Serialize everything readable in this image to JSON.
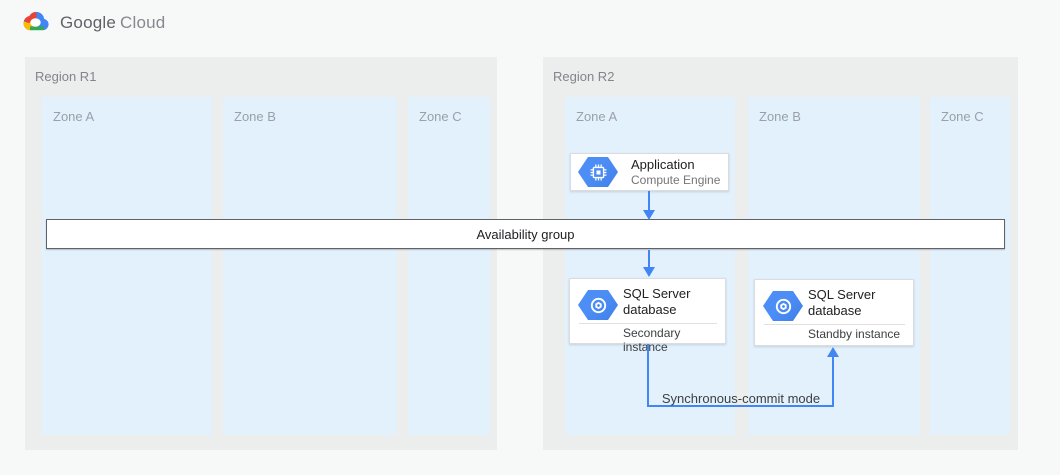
{
  "header": {
    "brand_primary": "Google",
    "brand_secondary": "Cloud"
  },
  "regions": [
    {
      "label": "Region R1",
      "zones": [
        {
          "label": "Zone A"
        },
        {
          "label": "Zone B"
        },
        {
          "label": "Zone C"
        }
      ]
    },
    {
      "label": "Region R2",
      "zones": [
        {
          "label": "Zone A"
        },
        {
          "label": "Zone B"
        },
        {
          "label": "Zone C"
        }
      ]
    }
  ],
  "availability_group": {
    "label": "Availability group"
  },
  "nodes": {
    "application": {
      "title": "Application",
      "subtitle": "Compute Engine",
      "icon": "compute-engine-icon"
    },
    "sql_secondary": {
      "title": "SQL Server database",
      "instance": "Secondary instance",
      "icon": "cloud-sql-icon"
    },
    "sql_standby": {
      "title": "SQL Server database",
      "instance": "Standby instance",
      "icon": "cloud-sql-icon"
    }
  },
  "connections": {
    "sync_commit_label": "Synchronous-commit mode"
  },
  "colors": {
    "canvas_bg": "#f7f8f8",
    "region_fill": "#eceded",
    "zone_fill": "#e3f1fd",
    "arrow_blue": "#4285f4",
    "icon_blue": "#4285f4",
    "band_border": "#5f6368",
    "logo_red": "#ea4335",
    "logo_blue": "#4285f4",
    "logo_yellow": "#fbbc04",
    "logo_green": "#34a853"
  }
}
